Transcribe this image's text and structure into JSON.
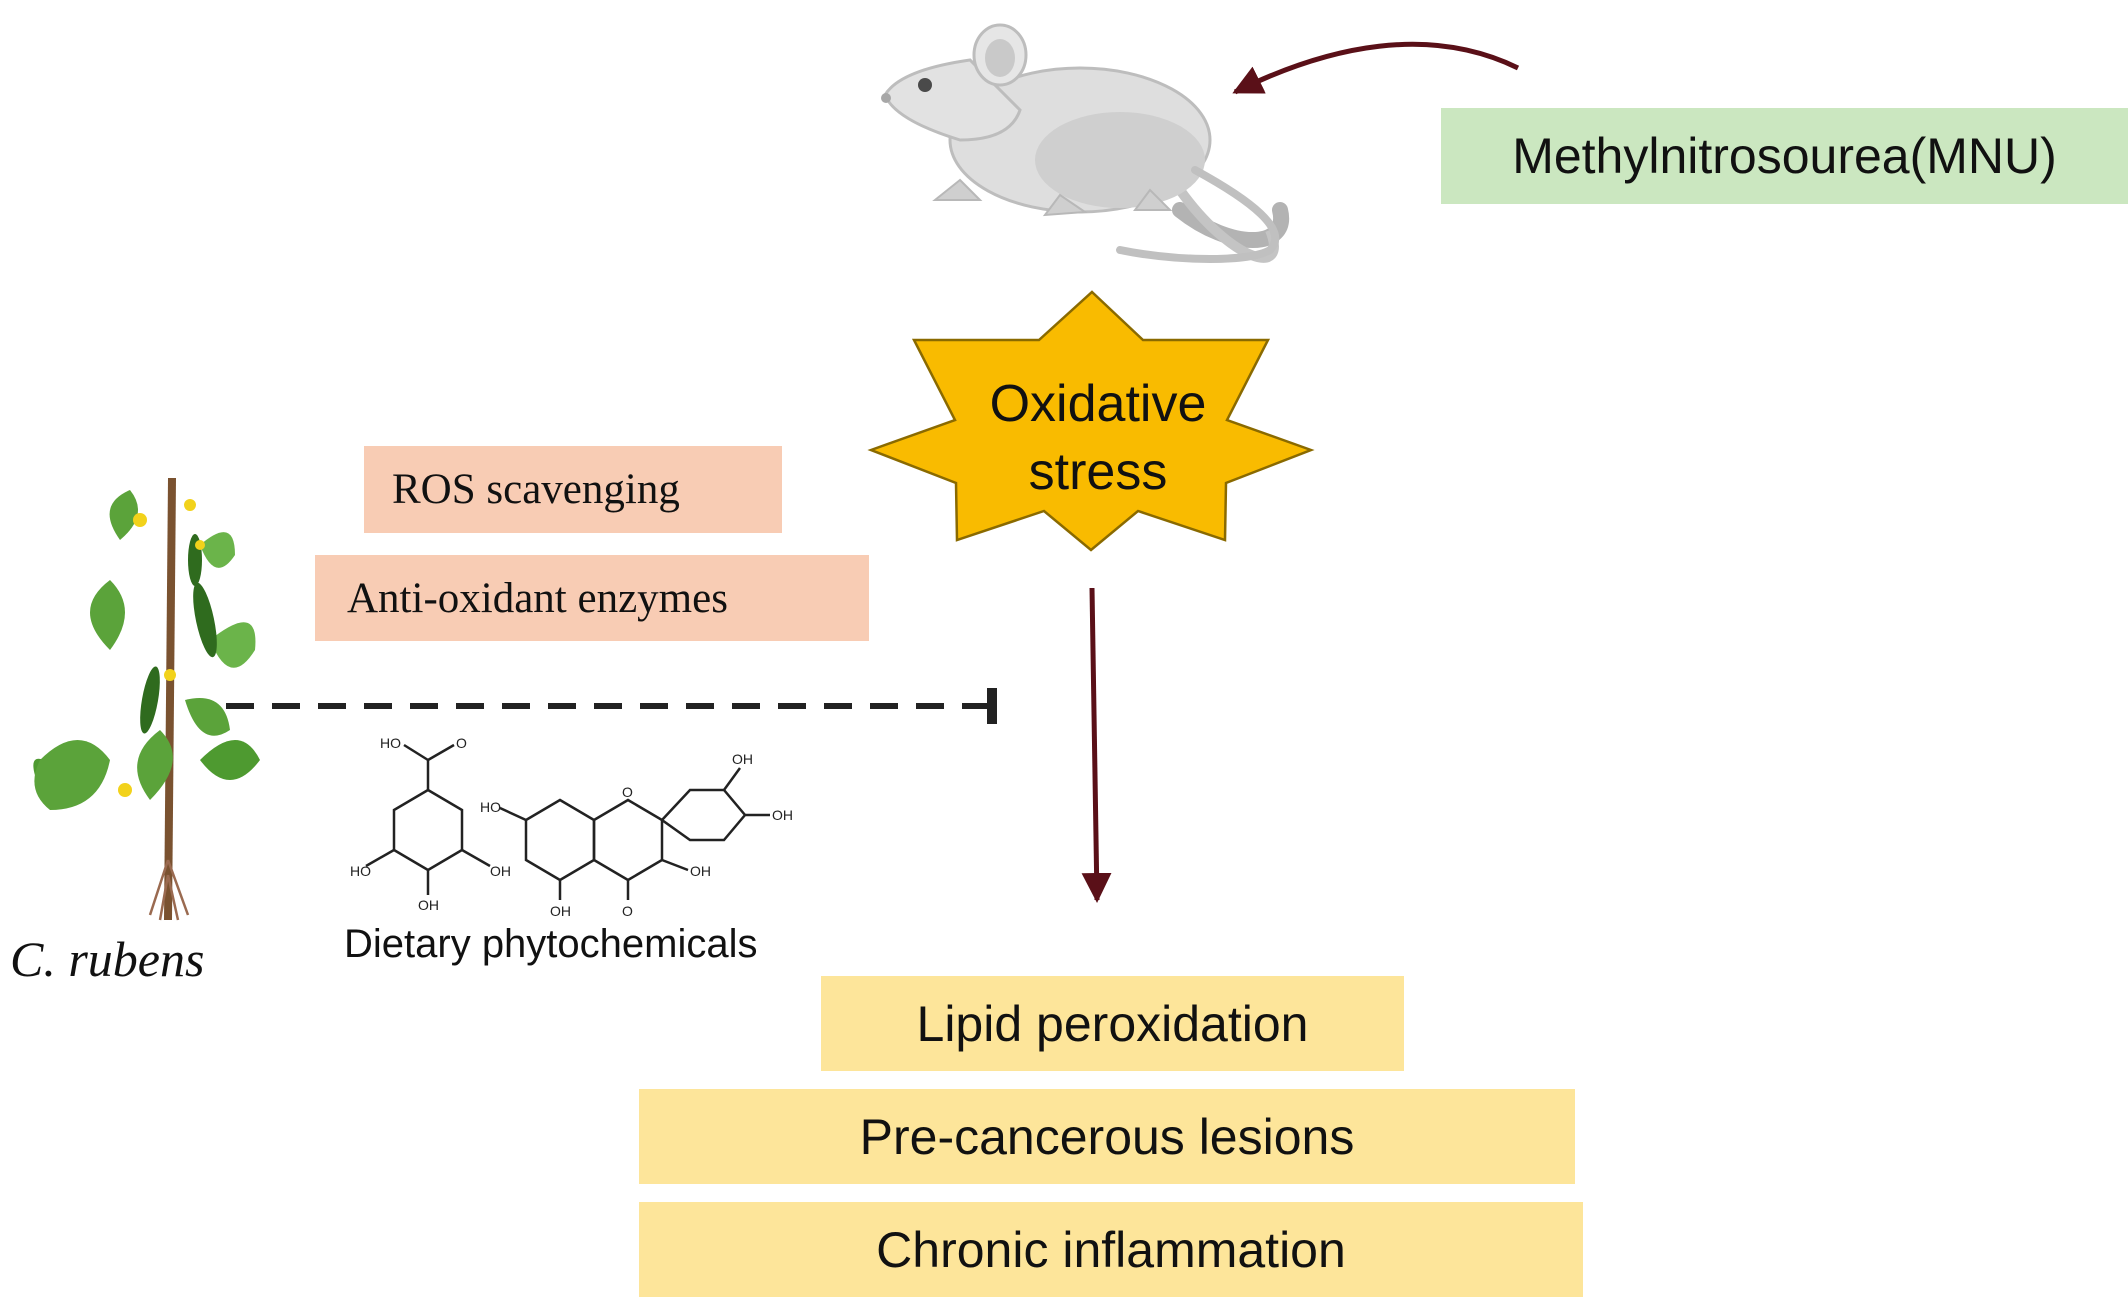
{
  "diagram": {
    "inducer": {
      "label": "Methylnitrosourea(MNU)",
      "color": "#cbe7c0"
    },
    "central_node": {
      "line1": "Oxidative",
      "line2": "stress",
      "color": "#f9bb00"
    },
    "protective_effects": [
      {
        "label": "ROS scavenging"
      },
      {
        "label": "Anti-oxidant enzymes"
      }
    ],
    "plant": {
      "name": "C. rubens",
      "icon": "cucumber-plant-icon"
    },
    "phytochemicals": {
      "label": "Dietary phytochemicals",
      "structures": [
        "gallic-acid-structure-icon",
        "flavonoid-structure-icon"
      ]
    },
    "outcomes": [
      {
        "label": "Lipid peroxidation"
      },
      {
        "label": "Pre-cancerous lesions"
      },
      {
        "label": "Chronic inflammation"
      }
    ],
    "colors": {
      "protective_box": "#f8ccb4",
      "outcome_box": "#fde59a",
      "arrow": "#5a1018",
      "inhibition_line": "#222222"
    },
    "icons": {
      "animal": "mouse-icon",
      "inhibition": "inhibition-line-icon",
      "arrow_down": "arrow-down-icon",
      "arrow_curved": "curved-arrow-icon"
    }
  }
}
